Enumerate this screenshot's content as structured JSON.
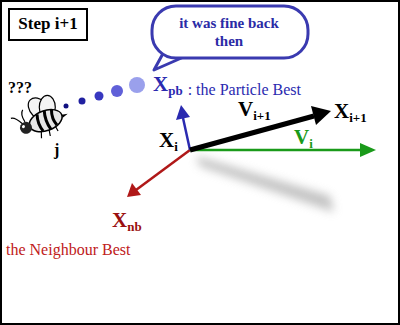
{
  "diagram": {
    "nodes": [
      {
        "text": [
          "Step i+1"
        ]
      },
      {
        "text": [
          "it was fine back then"
        ]
      }
    ],
    "labels": [
      "???",
      "j",
      "X",
      "pb",
      ": the Particle Best",
      "X",
      "i+1",
      "V",
      "i+1",
      "V",
      "i",
      "X",
      "i",
      "X",
      "nb",
      "the Neighbour Best"
    ]
  }
}
